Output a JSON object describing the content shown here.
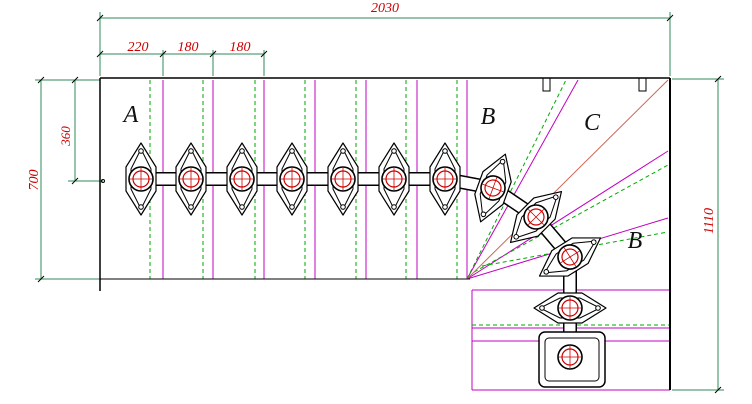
{
  "dimensions": {
    "total_width": "2030",
    "step_1": "220",
    "step_2": "180",
    "step_3": "180",
    "left_height": "700",
    "inner_height": "360",
    "right_height": "1110"
  },
  "zones": {
    "a": "A",
    "b_top": "B",
    "c": "C",
    "b_bottom": "B"
  },
  "colors": {
    "outline": "#000000",
    "dimension_line": "#2e8b57",
    "dimension_text": "#cc0000",
    "step_lines": "#c000c0",
    "hidden_lines": "#00aa00",
    "construction_line": "#cc6655"
  }
}
